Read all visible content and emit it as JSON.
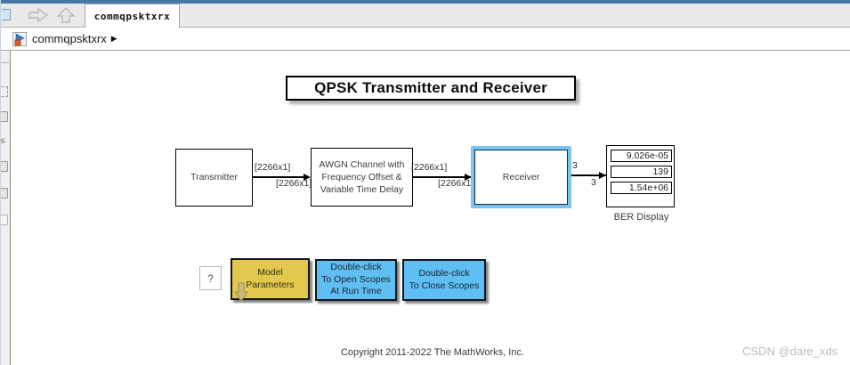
{
  "tab_bar": {
    "active_tab": "commqpsktxrx"
  },
  "breadcrumb": {
    "model_name": "commqpsktxrx",
    "caret": "▶"
  },
  "canvas": {
    "title": "QPSK Transmitter and Receiver",
    "transmitter": {
      "label": "Transmitter"
    },
    "awgn": {
      "lines": [
        "AWGN Channel with",
        "Frequency Offset &",
        "Variable Time Delay"
      ]
    },
    "receiver": {
      "label": "Receiver",
      "selected": true
    },
    "ber_display": {
      "values": [
        "9.026e-05",
        "139",
        "1.54e+06"
      ],
      "caption": "BER Display"
    },
    "help_block": {
      "label": "?"
    },
    "model_parameters": {
      "lines": [
        "Model",
        "Parameters"
      ]
    },
    "open_scopes": {
      "lines": [
        "Double-click",
        "To Open Scopes",
        "At Run Time"
      ]
    },
    "close_scopes": {
      "lines": [
        "Double-click",
        "To Close Scopes"
      ]
    },
    "signal_labels": {
      "tx_awgn_top": "[2266x1]",
      "tx_awgn_bottom": "[2266x1]",
      "awgn_rx_top": "[2266x1]",
      "awgn_rx_bottom": "[2266x1]",
      "rx_out_top": "3",
      "rx_out_bottom": "3"
    },
    "copyright": "Copyright 2011-2022 The MathWorks, Inc."
  },
  "watermark": "CSDN @dare_xds",
  "colors": {
    "top_line": "#4878A8",
    "selection_halo": "#7CC3EF",
    "yellow_block": "#E2C84D",
    "blue_block": "#5FBEF2"
  }
}
